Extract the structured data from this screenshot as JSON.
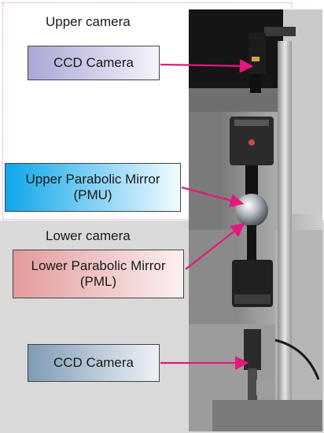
{
  "regions": {
    "upper": {
      "title": "Upper camera"
    },
    "lower": {
      "title": "Lower camera"
    }
  },
  "labels": {
    "ccd_top": "CCD Camera",
    "pmu_line1": "Upper Parabolic Mirror",
    "pmu_line2": "(PMU)",
    "pml_line1": "Lower Parabolic Mirror",
    "pml_line2": "(PML)",
    "ccd_bottom": "CCD Camera"
  },
  "colors": {
    "arrow": "#e6177e",
    "upper_border": "#e48bb6",
    "ccd_top_fill": "#a9a6d6",
    "pmu_fill": "#0ea6e9",
    "pml_fill": "#e39a9a",
    "ccd_bottom_fill": "#7f9bb5"
  }
}
